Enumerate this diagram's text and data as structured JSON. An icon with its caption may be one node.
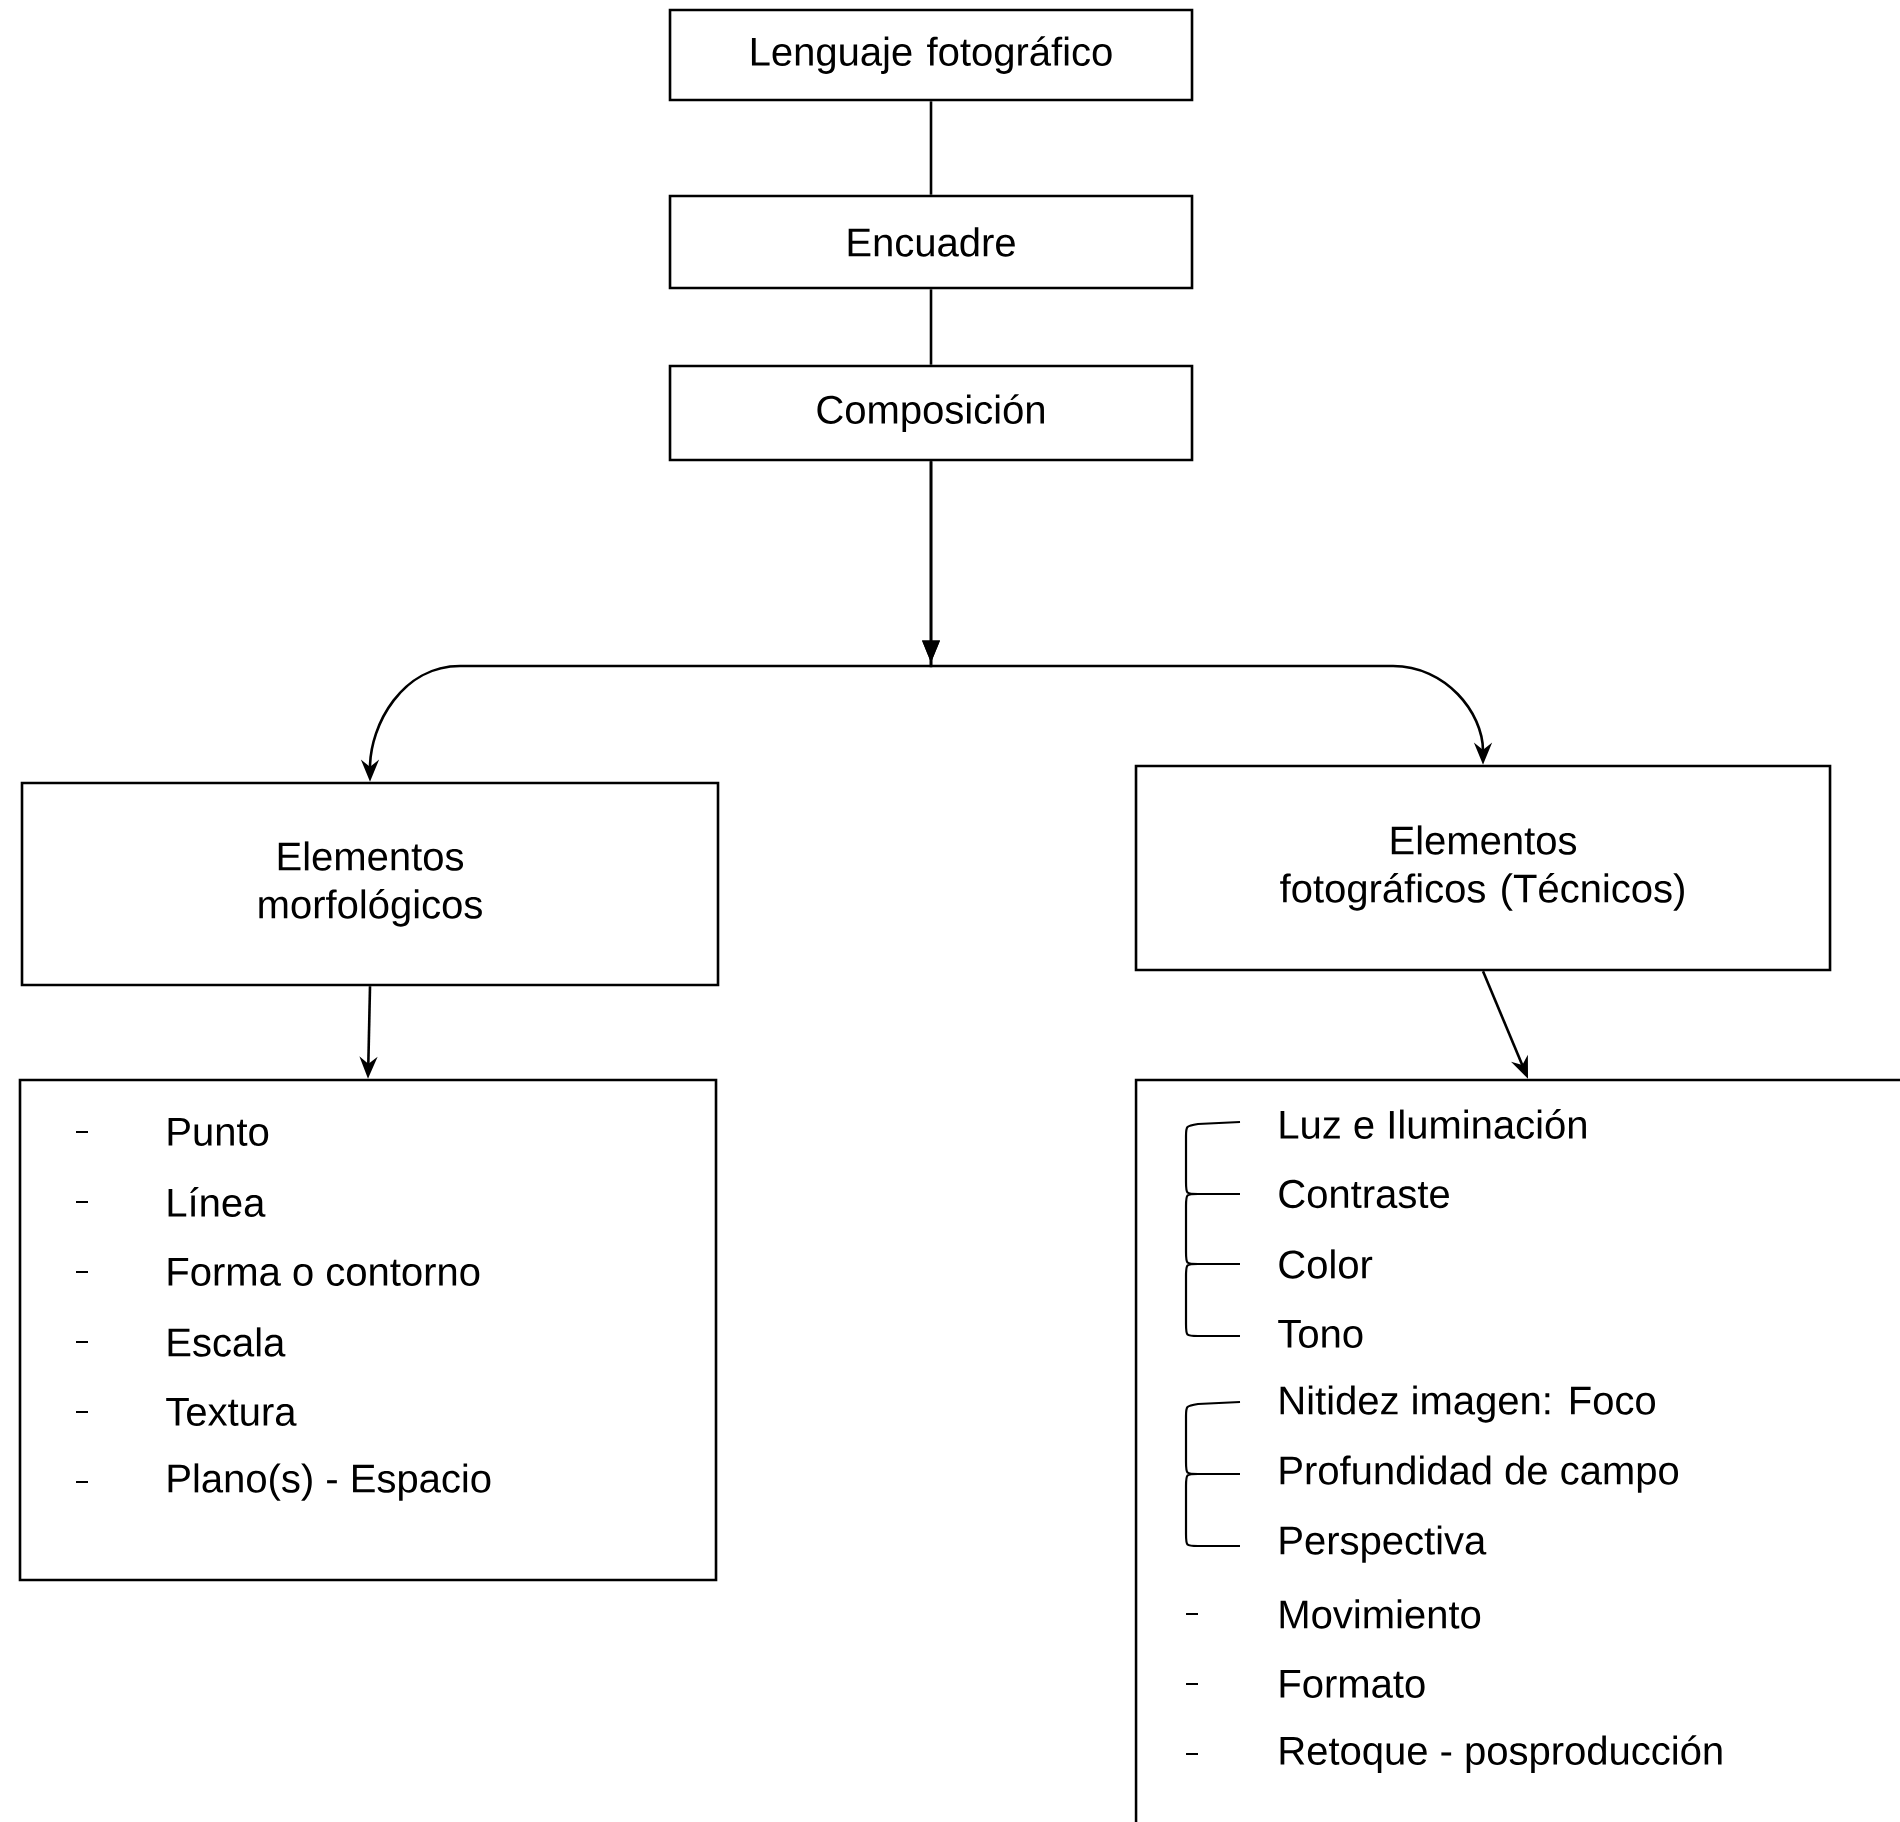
{
  "diagram": {
    "nodes": [
      {
        "text": [
          "Lenguaje fotográfico"
        ]
      },
      {
        "text": [
          "Encuadre"
        ]
      },
      {
        "text": [
          "Composición"
        ]
      },
      {
        "text": [
          "Elementos morfológicos"
        ]
      },
      {
        "text": [
          "Elementos fotográficos (Técnicos)"
        ]
      },
      {
        "text": [
          "Punto",
          "Línea",
          "Forma o contorno",
          "Escala",
          "Textura",
          "Plano(s) - Espacio"
        ]
      },
      {
        "text": [
          "Luz e Iluminación",
          "Contraste",
          "Color",
          "Tono",
          "Nitidez imagen: Foco",
          "Profundidad de campo",
          "Perspectiva",
          "Movimiento",
          "Formato",
          "Retoque - posproducción"
        ]
      }
    ],
    "edges": [
      {
        "from": 0,
        "to": 1,
        "arrow": "none"
      },
      {
        "from": 1,
        "to": 2,
        "arrow": "none"
      },
      {
        "from": 2,
        "to": 3,
        "arrow": "to"
      },
      {
        "from": 2,
        "to": 4,
        "arrow": "to"
      },
      {
        "from": 3,
        "to": 5,
        "arrow": "to"
      },
      {
        "from": 4,
        "to": 6,
        "arrow": "to"
      }
    ]
  }
}
